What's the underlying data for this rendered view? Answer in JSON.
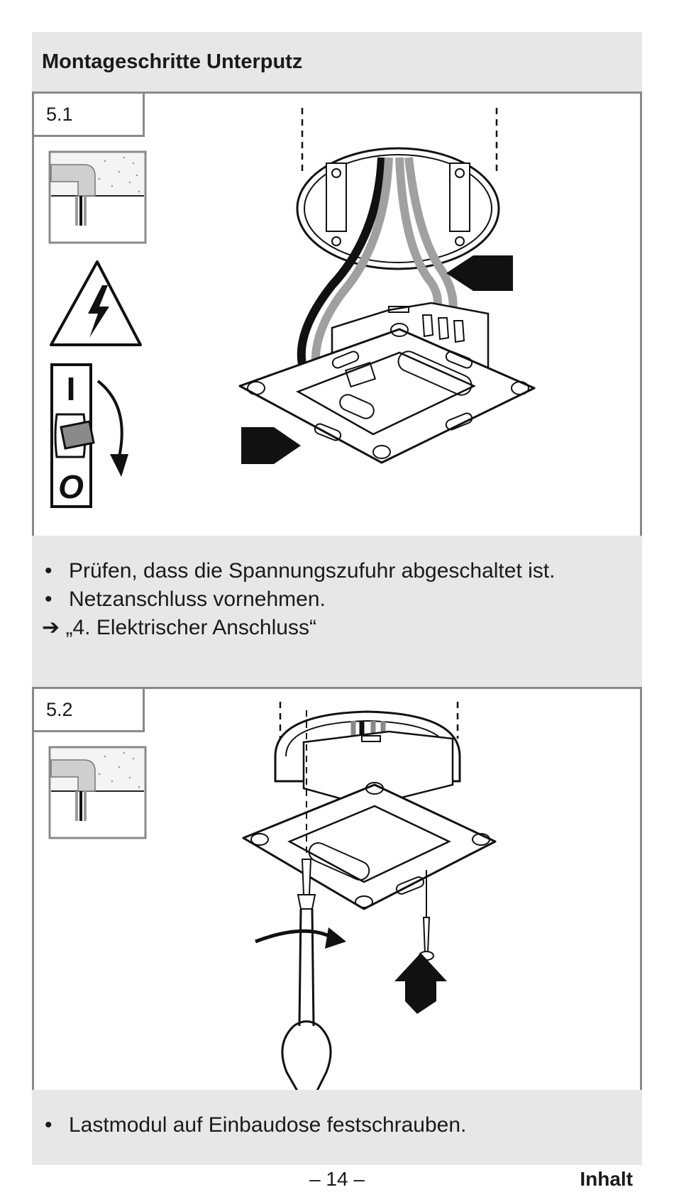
{
  "header": {
    "title": "Montageschritte Unterputz"
  },
  "step1": {
    "label": "5.1",
    "bullets": [
      "Prüfen, dass die Spannungszufuhr abgeschaltet ist.",
      "Netzanschluss vornehmen."
    ],
    "reference_arrow": "➔",
    "reference": "„4. Elektrischer Anschluss“",
    "switch_on_label": "I",
    "switch_off_label": "O"
  },
  "step2": {
    "label": "5.2",
    "bullets": [
      "Lastmodul auf Einbaudose festschrauben."
    ]
  },
  "bullet_char": "•",
  "footer": {
    "page_number": "– 14 –",
    "contents_link": "Inhalt"
  },
  "icons": [
    "flush-mount-box-icon",
    "high-voltage-warning-icon",
    "circuit-breaker-switch-icon"
  ]
}
